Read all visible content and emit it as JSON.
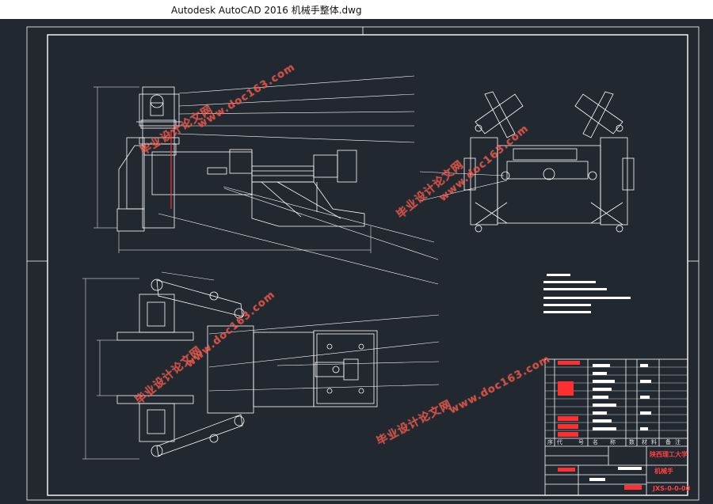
{
  "app": {
    "window_title": "Autodesk AutoCAD 2016     机械手整体.dwg"
  },
  "drawing": {
    "background_color": "#212830",
    "line_color": "#ffffff",
    "highlight_color": "#ff3030"
  },
  "title_block": {
    "header_cells": [
      "序",
      "代",
      "号",
      "名",
      "称",
      "数",
      "材",
      "料",
      "备",
      "注"
    ],
    "school": "陕西理工大学",
    "part_name": "机械手",
    "drawing_no": "JXS-0-0-00"
  },
  "watermarks": [
    "毕业设计论文网",
    "www.doc163.com"
  ],
  "icons": {
    "drawing": "cad-drawing-icon"
  }
}
